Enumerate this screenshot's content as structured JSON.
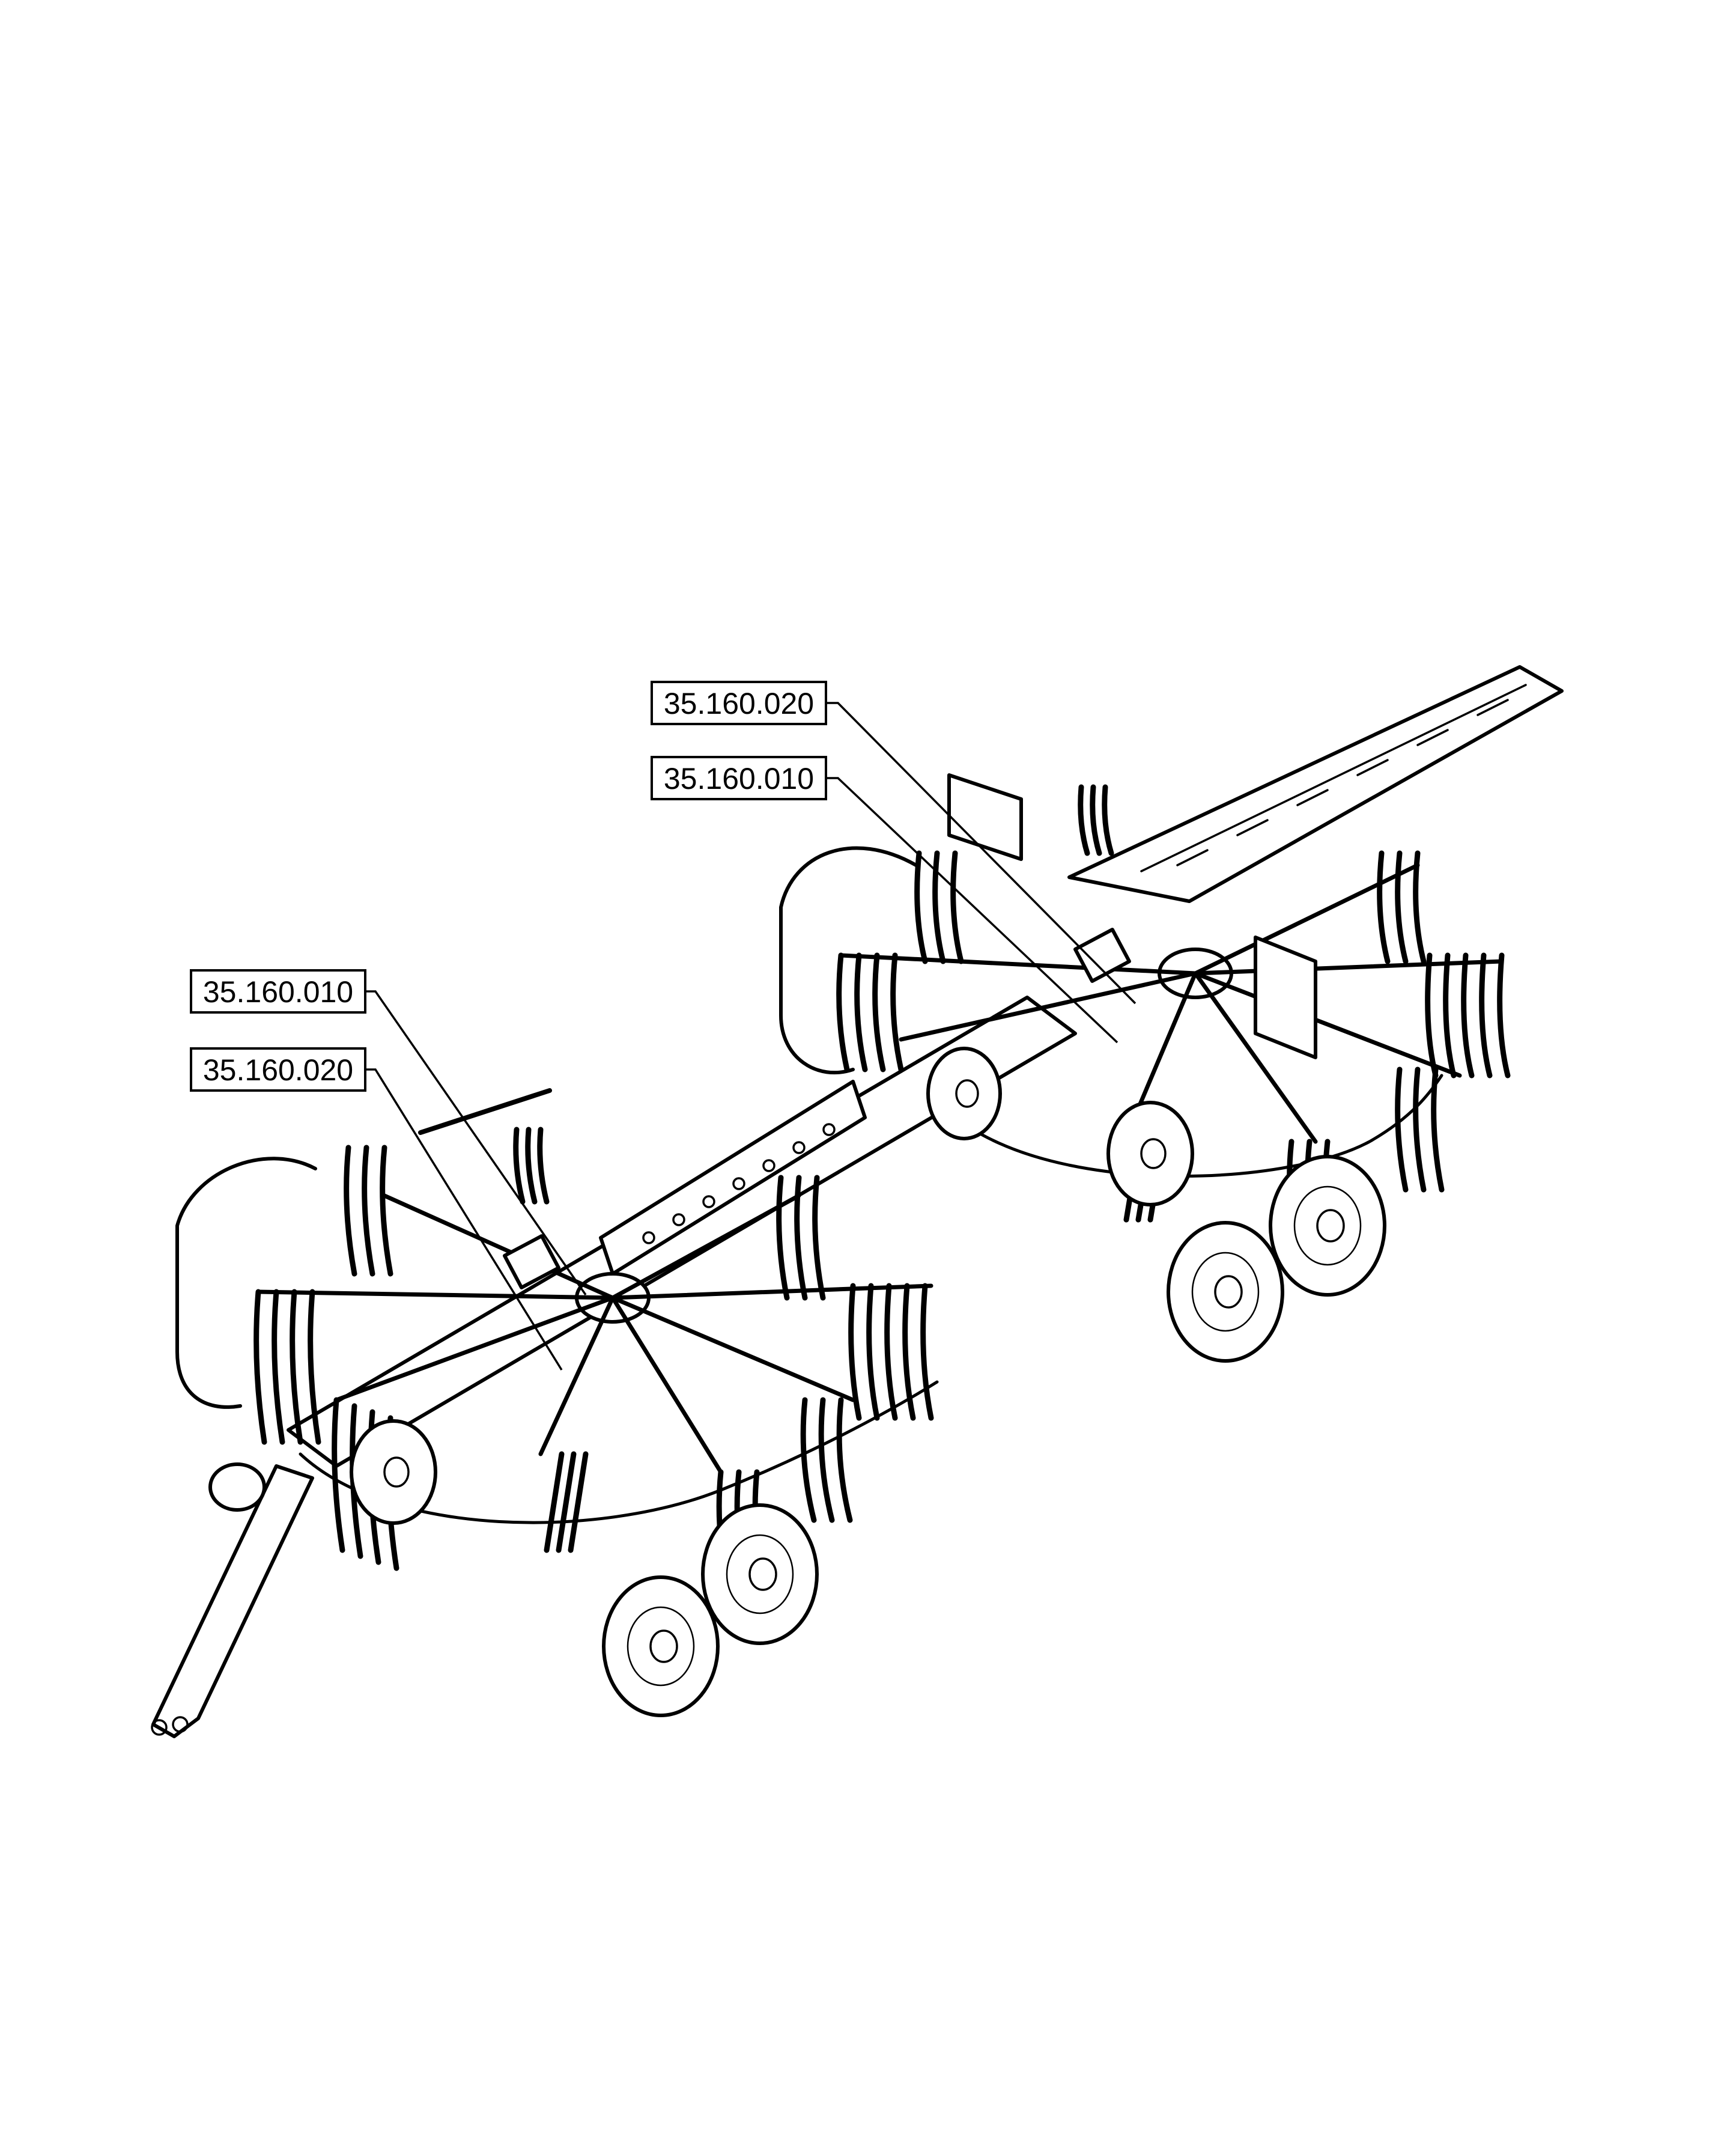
{
  "callouts": [
    {
      "id": "c1",
      "label": "35.160.020"
    },
    {
      "id": "c2",
      "label": "35.160.010"
    },
    {
      "id": "c3",
      "label": "35.160.010"
    },
    {
      "id": "c4",
      "label": "35.160.020"
    }
  ],
  "colors": {
    "ink": "#000000",
    "paper": "#ffffff"
  }
}
